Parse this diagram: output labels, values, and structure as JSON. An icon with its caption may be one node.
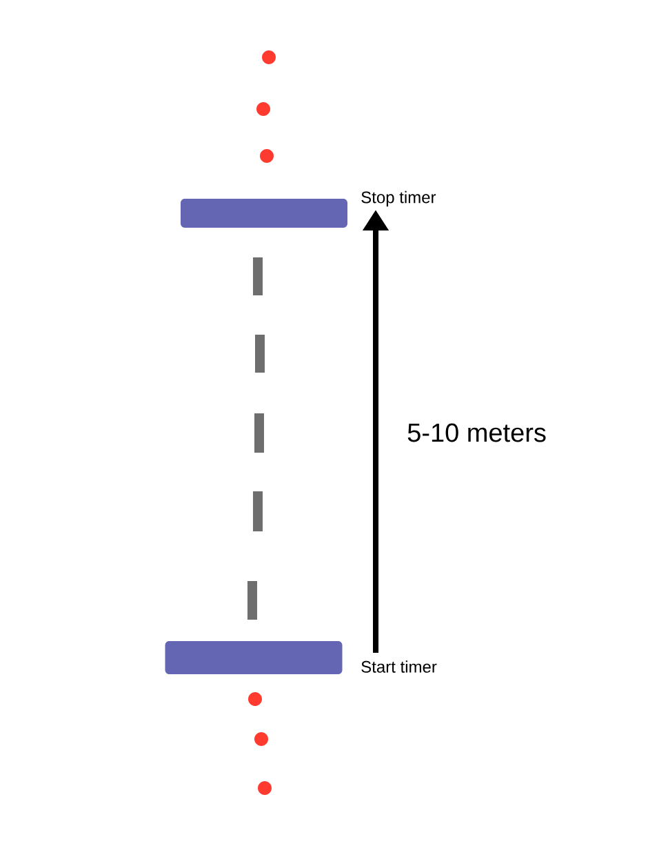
{
  "diagram": {
    "nodes": [
      {
        "text": [],
        "shape": "bar",
        "beside": [
          "Stop timer"
        ]
      },
      {
        "text": [],
        "shape": "bar",
        "beside": [
          "Start timer"
        ]
      }
    ],
    "labels": [
      "5-10 meters"
    ]
  }
}
